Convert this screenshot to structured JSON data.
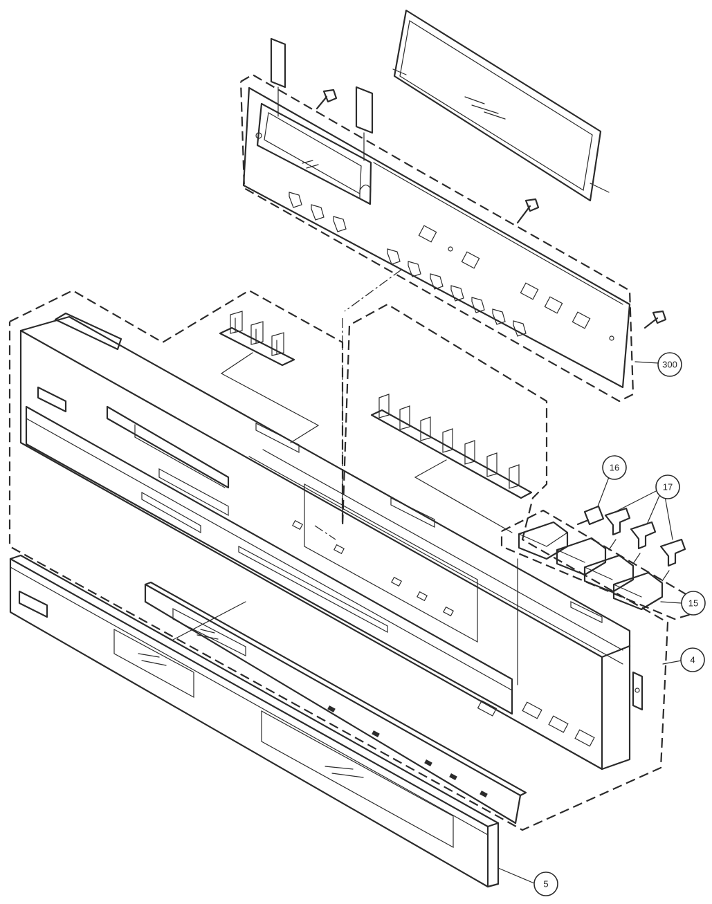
{
  "diagram": {
    "callouts": [
      {
        "id": "c300",
        "label": "300"
      },
      {
        "id": "c16",
        "label": "16"
      },
      {
        "id": "c17",
        "label": "17"
      },
      {
        "id": "c15",
        "label": "15"
      },
      {
        "id": "c4",
        "label": "4"
      },
      {
        "id": "c5",
        "label": "5"
      }
    ]
  }
}
